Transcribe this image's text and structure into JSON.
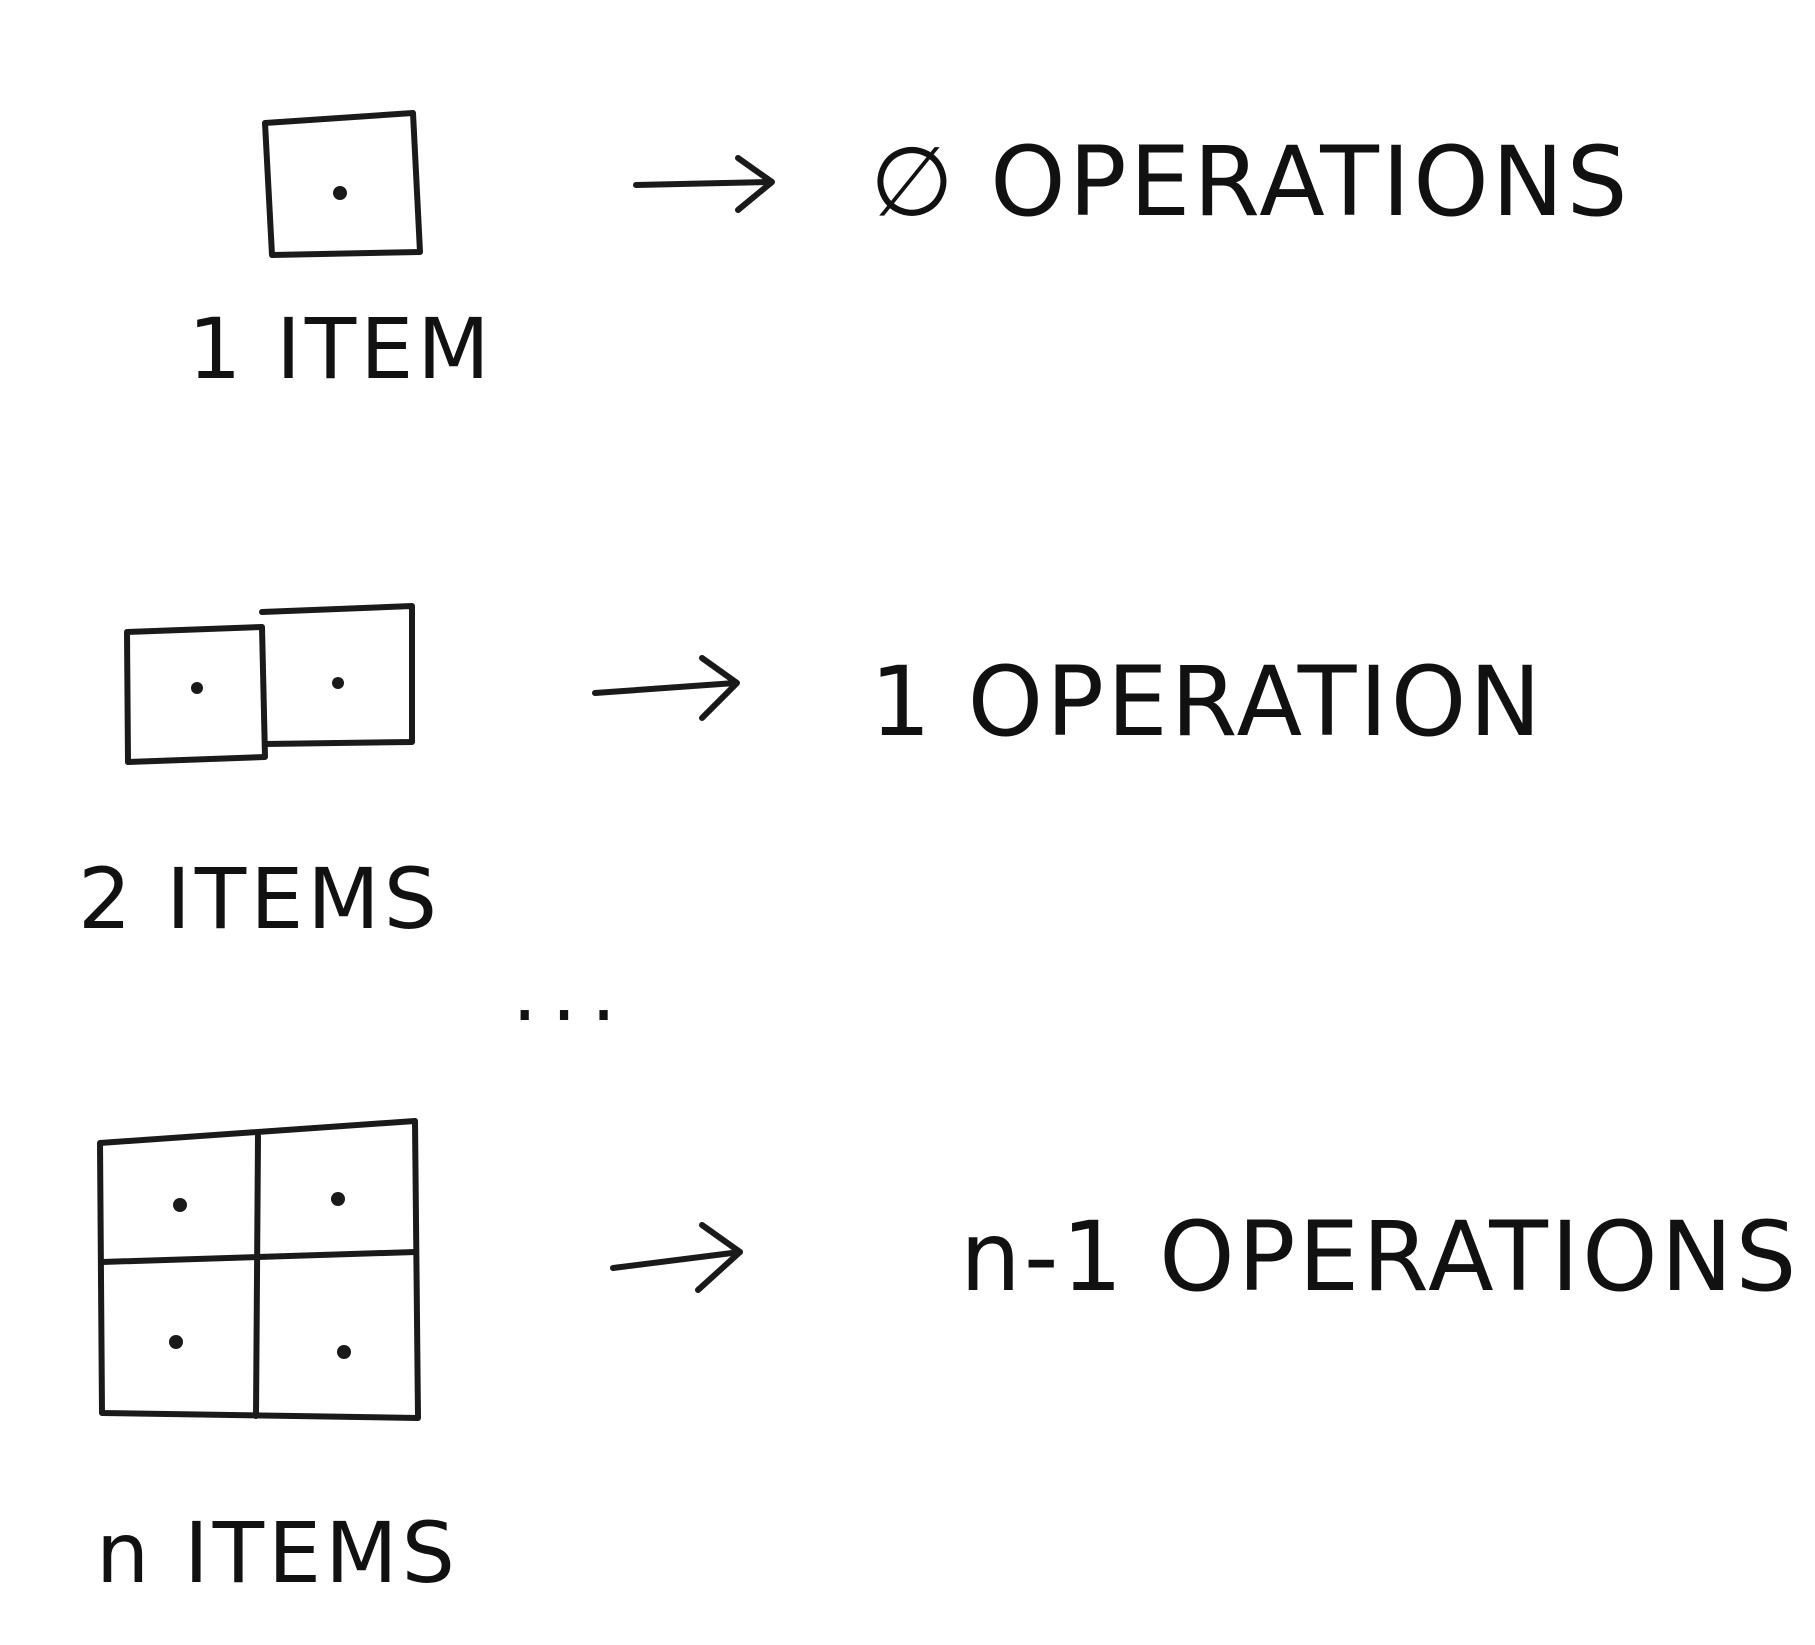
{
  "rows": [
    {
      "item_label": "1 ITEM",
      "result_label": "∅ OPERATIONS",
      "arrow_symbol": "→"
    },
    {
      "item_label": "2 ITEMS",
      "result_label": "1 OPERATION",
      "arrow_symbol": "→"
    },
    {
      "item_label": "n ITEMS",
      "result_label": "n-1 OPERATIONS",
      "arrow_symbol": "→"
    }
  ],
  "ellipsis": "...",
  "colors": {
    "ink": "#1a1a1a",
    "background": "#ffffff"
  }
}
